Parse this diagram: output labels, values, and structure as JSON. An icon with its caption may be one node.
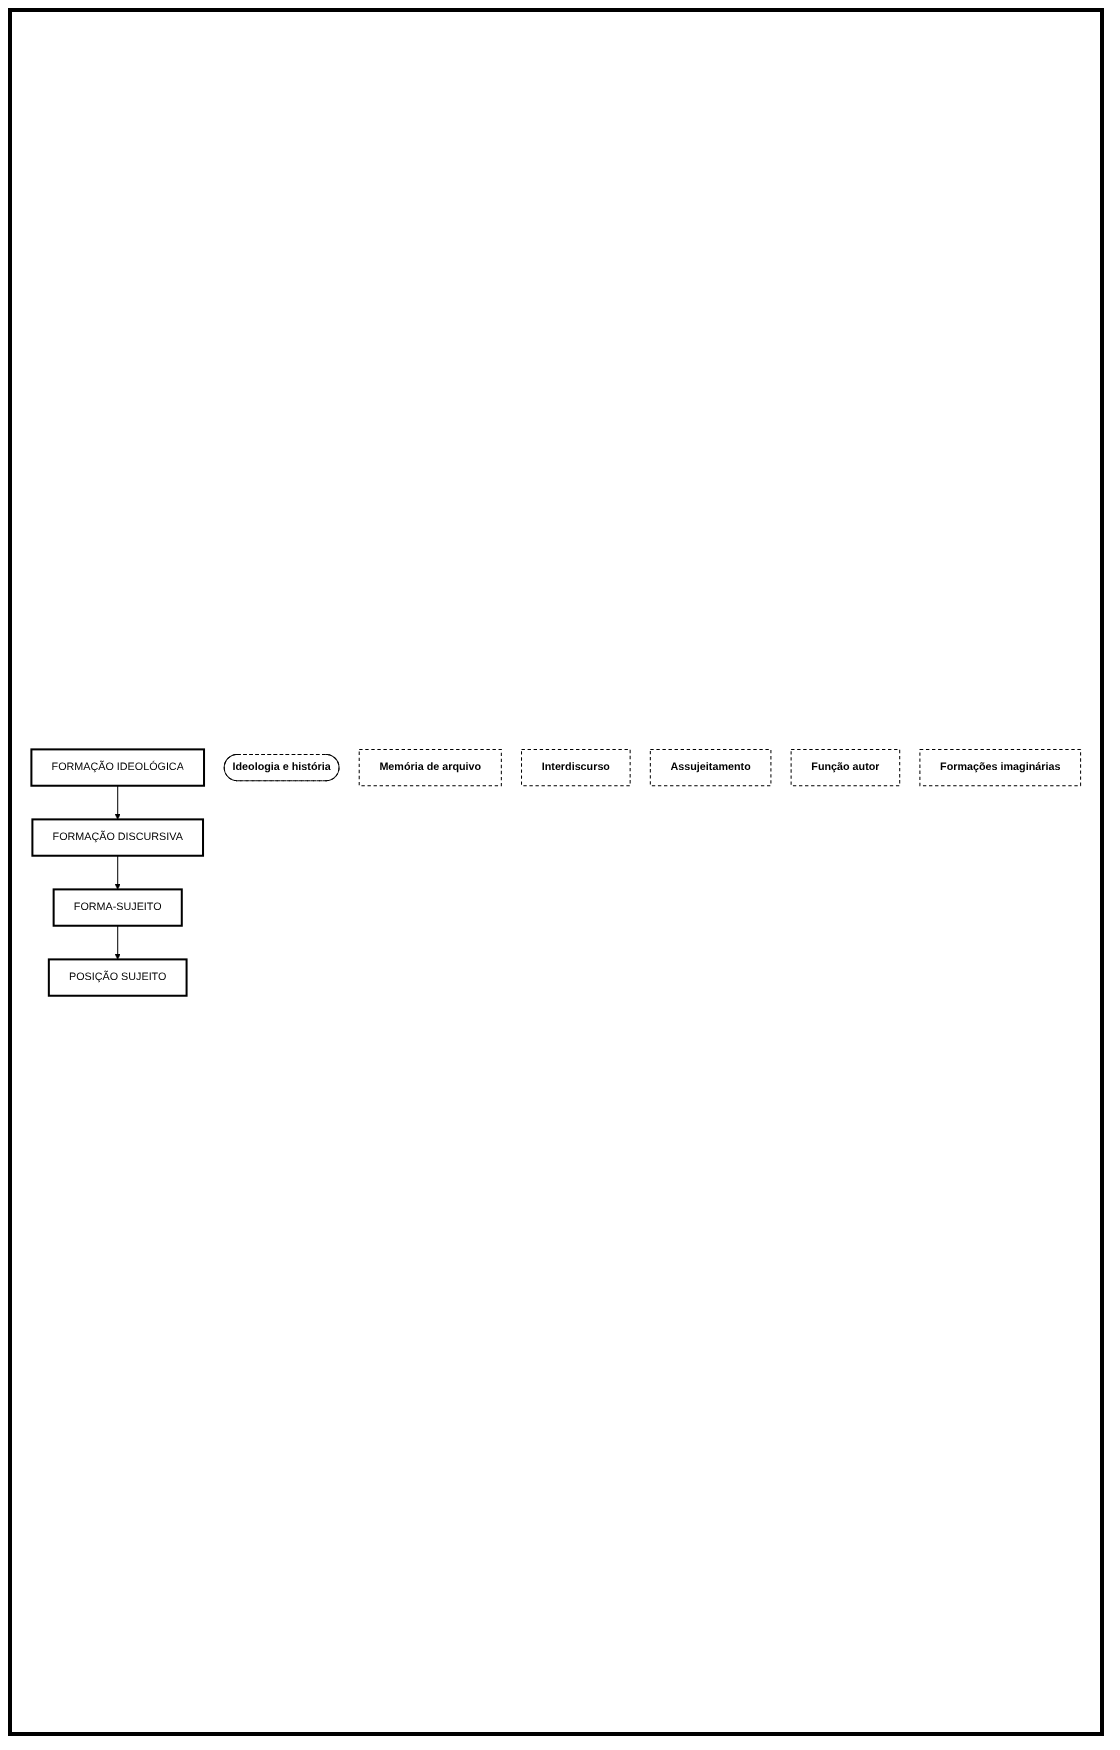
{
  "diagram": {
    "nodes": [
      {
        "text": [
          "FORMAÇÃO IDEOLÓGICA"
        ]
      },
      {
        "text": [
          "Ideologia e história"
        ]
      },
      {
        "text": [
          "Memória de arquivo"
        ]
      },
      {
        "text": [
          "Interdiscurso"
        ]
      },
      {
        "text": [
          "FORMAÇÃO DISCURSIVA"
        ]
      },
      {
        "text": [
          "FORMA-SUJEITO"
        ]
      },
      {
        "text": [
          "POSIÇÃO SUJEITO"
        ]
      },
      {
        "text": [
          "Assujeitamento"
        ]
      },
      {
        "text": [
          "Função autor"
        ]
      },
      {
        "text": [
          "Formações imaginárias"
        ]
      }
    ],
    "edges": [
      {
        "from": 0,
        "to": 4,
        "arrow": "to"
      },
      {
        "from": 4,
        "to": 5,
        "arrow": "to"
      },
      {
        "from": 5,
        "to": 6,
        "arrow": "to"
      }
    ]
  }
}
